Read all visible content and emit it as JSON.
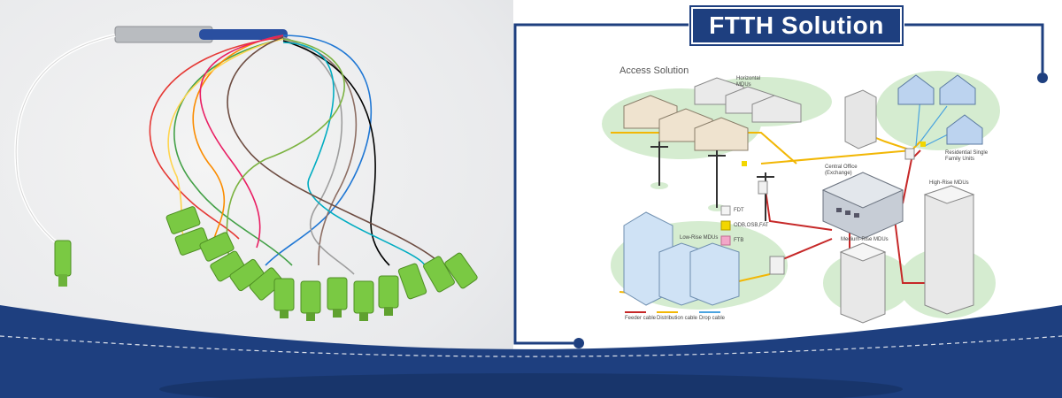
{
  "banner": {
    "title": "FTTH Solution",
    "colors": {
      "navy": "#1e3f7f",
      "white": "#ffffff",
      "fiber_green": "#7ac943"
    }
  },
  "diagram": {
    "heading": "Access Solution",
    "labels": {
      "horizontal_mdus": "Horizontal MDUs",
      "residential": "Residential Single Family Units",
      "central_office": "Central Office (Exchange)",
      "high_rise": "High-Rise MDUs",
      "low_rise": "Low-Rise MDUs",
      "medium_rise": "Medium-Rise MDUs"
    },
    "legend": {
      "fdt": "FDT",
      "odb": "ODB,OSB,FAT",
      "ftb": "FTB"
    },
    "cable_legend": {
      "feeder": "Feeder cable",
      "distribution": "Distribution cable",
      "drop": "Drop cable"
    }
  }
}
